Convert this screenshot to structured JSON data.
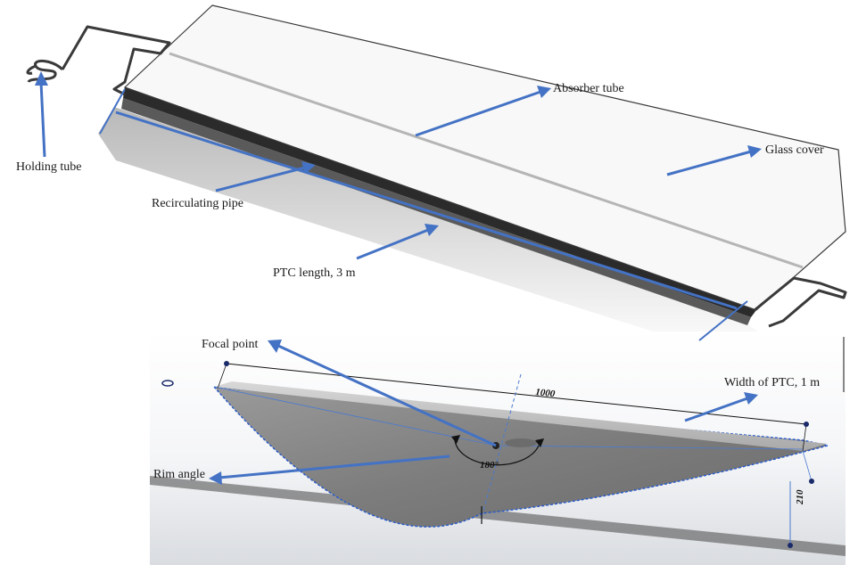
{
  "labels": {
    "holding_tube": "Holding tube",
    "absorber_tube": "Absorber tube",
    "glass_cover": "Glass cover",
    "recirculating_pipe": "Recirculating pipe",
    "ptc_length": "PTC length, 3 m",
    "focal_point": "Focal point",
    "width_of_ptc": "Width of PTC, 1 m",
    "rim_angle": "Rim angle"
  },
  "dimensions": {
    "width_value": "1000",
    "angle_value": "180°",
    "depth_value": "210"
  },
  "colors": {
    "arrow": "#4472c4",
    "glass": "#f7f7f7",
    "trough_dark": "#2b2b2b",
    "trough_gray": "#8a8a8a"
  }
}
